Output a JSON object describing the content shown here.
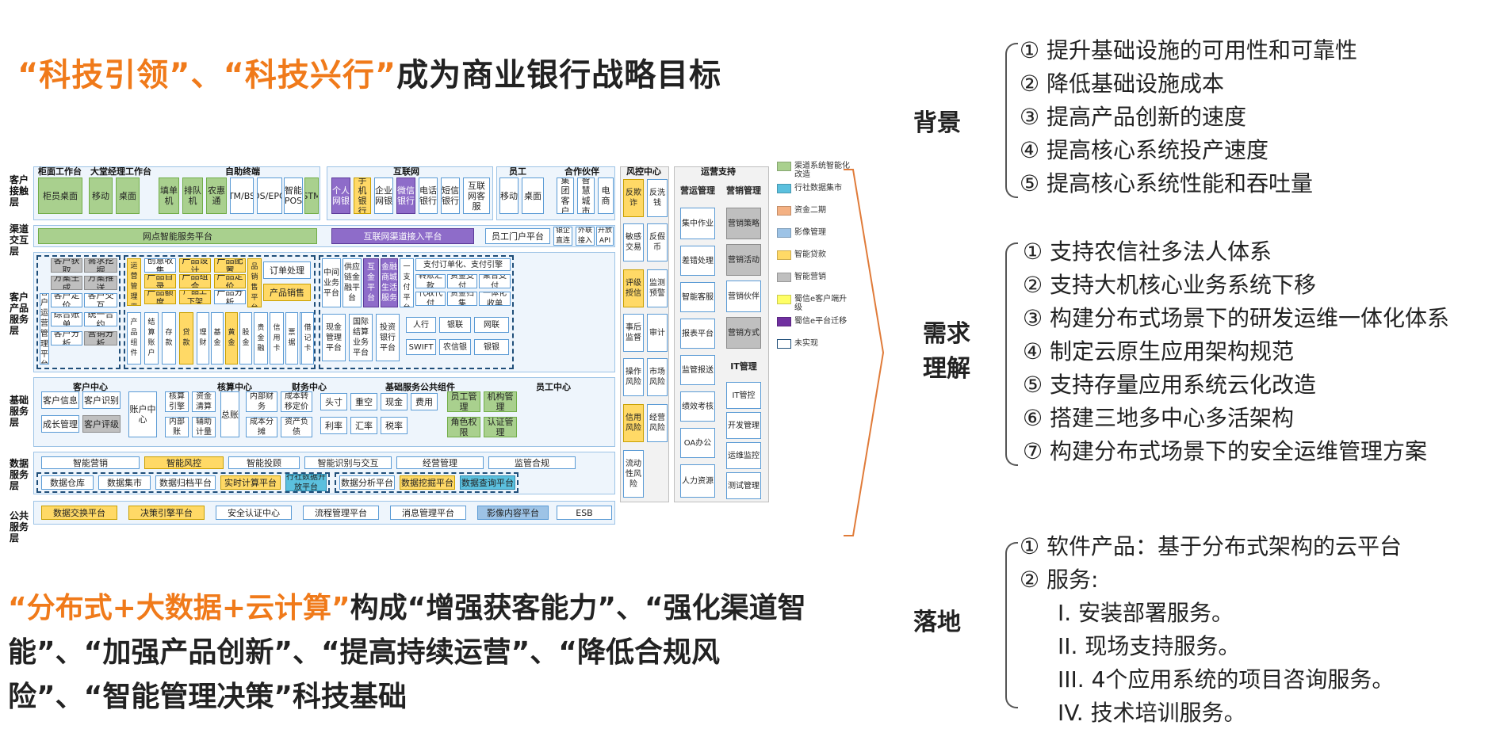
{
  "headline": {
    "part1": "“科技引领”、“科技兴行”",
    "part2": "成为商业银行战略目标"
  },
  "headline2": {
    "part1": "“分布式+大数据+云计算”",
    "part2": "构成“增强获客能力”、“强化渠道智能”、“加强产品创新”、“提高持续运营”、“降低合规风险”、“智能管理决策”科技基础"
  },
  "diagram": {
    "rows": [
      "客户接触层",
      "渠道交互层",
      "客户产品服务层",
      "基础服务层",
      "数据服务层",
      "公共服务层"
    ],
    "headers": {
      "counter": "柜面工作台",
      "lobby": "大堂经理工作台",
      "self": "自助终端",
      "internet": "互联网",
      "staff": "员工",
      "partner": "合作伙伴",
      "risk": "风控中心",
      "ops": "运营支持",
      "customer_center": "客户中心",
      "accounting_center": "核算中心",
      "finance_center": "财务中心",
      "basic_comp": "基础服务公共组件",
      "staff_center": "员工中心"
    },
    "touch": [
      "柜员桌面",
      "移动",
      "桌面",
      "填单机",
      "排队机",
      "农惠通",
      "ATM/BST",
      "POS/EPOS",
      "智能POS",
      "STM",
      "个人网银",
      "手机银行",
      "企业网银",
      "微信银行",
      "电话银行",
      "短信银行",
      "互联网客服",
      "移动",
      "桌面",
      "集团客户",
      "智慧城市",
      "电商"
    ],
    "channel": [
      "网点智能服务平台",
      "互联网渠道接入平台",
      "员工门户平台",
      "银企直连",
      "外联接入",
      "开放API"
    ],
    "product": [
      "客户获取",
      "需求挖掘",
      "方案生成",
      "方案推送",
      "客户运营管理平台",
      "客户定价",
      "客户交互",
      "综合账单",
      "统一合约",
      "客户分析",
      "营销分析",
      "产品运营管理平台",
      "创意收集",
      "产品设计",
      "产品配置",
      "产品目录",
      "产品组合",
      "产品定价",
      "产品额度",
      "产品上下架",
      "产品分析",
      "产品组件",
      "结算账户",
      "存款",
      "贷款",
      "理财",
      "基金",
      "黄金",
      "股金",
      "贵金融",
      "信用卡",
      "票据",
      "积分",
      "借记卡",
      "产品销售平台",
      "订单处理",
      "产品销售",
      "中间业务平台",
      "供应链金融平台",
      "互金平台",
      "金融商城生活服务",
      "统一支付平台",
      "支付订单化、支付引擎",
      "转账汇款",
      "资金支付",
      "聚合支付",
      "代收代付",
      "资金归集",
      "一体化收单",
      "现金管理平台",
      "国际结算业务平台",
      "投资银行平台",
      "人行",
      "银联",
      "网联",
      "SWIFT",
      "农信银",
      "银银"
    ],
    "base": [
      "客户信息",
      "客户识别",
      "成长管理",
      "客户评级",
      "账户中心",
      "核算引擎",
      "资金清算",
      "内部账",
      "辅助计量",
      "总账",
      "内部财务",
      "成本转移定价",
      "成本分摊",
      "资产负债",
      "头寸",
      "重空",
      "现金",
      "费用",
      "利率",
      "汇率",
      "税率",
      "员工管理",
      "机构管理",
      "角色权限",
      "认证管理"
    ],
    "data": [
      "智能营销",
      "智能风控",
      "智能投顾",
      "智能识别与交互",
      "经营管理",
      "监管合规",
      "数据仓库",
      "数据集市",
      "数据归档平台",
      "实时计算平台",
      "行社数据开放平台",
      "数据分析平台",
      "数据挖掘平台",
      "数据查询平台"
    ],
    "public": [
      "数据交换平台",
      "决策引擎平台",
      "安全认证中心",
      "流程管理平台",
      "消息管理平台",
      "影像内容平台",
      "ESB"
    ],
    "risk": [
      "反欺诈",
      "反洗钱",
      "敏感交易",
      "反假币",
      "评级授信",
      "监测预警",
      "事后监督",
      "审计",
      "操作风险",
      "市场风险",
      "信用风险",
      "经营风险",
      "流动性风险"
    ],
    "ops_col1": [
      "营运管理",
      "集中作业",
      "差错处理",
      "智能客服",
      "报表平台",
      "监管报送",
      "绩效考核",
      "OA办公",
      "人力资源"
    ],
    "ops_col2": [
      "营销管理",
      "营销策略",
      "营销活动",
      "营销伙伴",
      "营销方式",
      "IT管理",
      "IT管控",
      "开发管理",
      "运维监控",
      "测试管理"
    ],
    "legend": [
      {
        "label": "渠道系统智能化改造",
        "color": "#a9d08e"
      },
      {
        "label": "行社数据集市",
        "color": "#5bc0de"
      },
      {
        "label": "资金二期",
        "color": "#f4b183"
      },
      {
        "label": "影像管理",
        "color": "#9dc3e6"
      },
      {
        "label": "智能贷款",
        "color": "#ffd966"
      },
      {
        "label": "智能营销",
        "color": "#bfbfbf"
      },
      {
        "label": "蜀信e客户端升级",
        "color": "#ffff66"
      },
      {
        "label": "蜀信e平台迁移",
        "color": "#7030a0"
      },
      {
        "label": "未实现",
        "color": "#ffffff"
      }
    ]
  },
  "background": {
    "label": "背景",
    "items": [
      "① 提升基础设施的可用性和可靠性",
      "② 降低基础设施成本",
      "③ 提高产品创新的速度",
      "④ 提高核心系统投产速度",
      "⑤ 提高核心系统性能和吞吐量"
    ]
  },
  "requirements": {
    "label1": "需求",
    "label2": "理解",
    "items": [
      "① 支持农信社多法人体系",
      "② 支持大机核心业务系统下移",
      "③ 构建分布式场景下的研发运维一体化体系",
      "④ 制定云原生应用架构规范",
      "⑤ 支持存量应用系统云化改造",
      "⑥ 搭建三地多中心多活架构",
      "⑦ 构建分布式场景下的安全运维管理方案"
    ]
  },
  "landing": {
    "label": "落地",
    "items": [
      "① 软件产品：基于分布式架构的云平台",
      "② 服务:"
    ],
    "subitems": [
      "I.   安装部署服务。",
      "II.  现场支持服务。",
      "III. 4个应用系统的项目咨询服务。",
      "IV. 技术培训服务。"
    ]
  }
}
